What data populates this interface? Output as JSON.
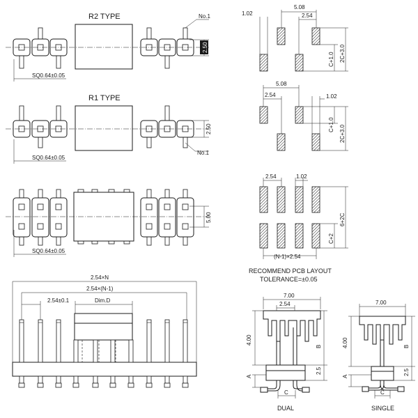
{
  "r2": {
    "title": "R2 TYPE",
    "no1": "No.1",
    "pitch": "2.50",
    "sq": "SQ0.64±0.05"
  },
  "r1": {
    "title": "R1 TYPE",
    "no1": "No.1",
    "pitch": "2.50",
    "sq": "SQ0.64±0.05"
  },
  "dual_top": {
    "pitch": "5.00",
    "sq": "SQ0.64±0.05"
  },
  "side": {
    "total": "2.54×N",
    "span": "2.54×(N-1)",
    "pitch": "2.54±0.1",
    "dim_d": "Dim.D"
  },
  "pcb1": {
    "d1": "1.02",
    "d2": "5.08",
    "d3": "2.54",
    "v1": "C+1.0",
    "v2": "2C+3.0"
  },
  "pcb2": {
    "d1": "5.08",
    "d2": "2.54",
    "d3": "1.02",
    "v1": "C+1.0",
    "v2": "2C+3.0"
  },
  "pcb3": {
    "d1": "2.54",
    "d2": "1.02",
    "v1": "6+2C",
    "v2": "C+2",
    "bottom": "(N-1)×2.54"
  },
  "recommend": {
    "line1": "RECOMMEND PCB LAYOUT",
    "line2": "TOLERANCE=±0.05"
  },
  "dual": {
    "w": "7.00",
    "p": "2.54",
    "h": "4.00",
    "b": "B",
    "v25": "2.5",
    "a": "A",
    "c": "C",
    "label": "DUAL"
  },
  "single": {
    "w": "7.00",
    "h": "4.00",
    "b": "B",
    "v25": "2.5",
    "a": "A",
    "c": "C",
    "label": "SINGLE"
  }
}
